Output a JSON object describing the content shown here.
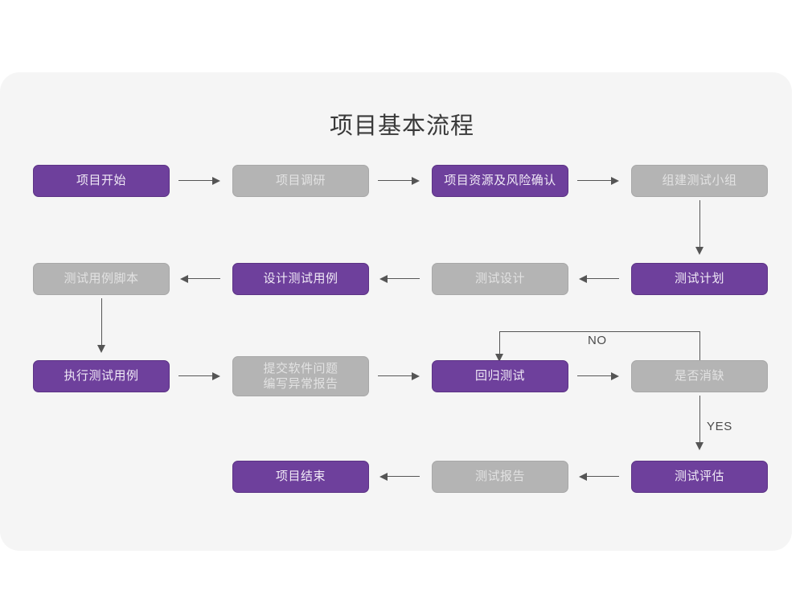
{
  "page": {
    "title": "项目基本流程",
    "background_color": "#ffffff",
    "card_color": "#f5f5f5",
    "accent_purple": "#6e409c",
    "muted_gray": "#b4b4b4",
    "connector_color": "#555555"
  },
  "nodes": [
    {
      "id": "n1",
      "label": "项目开始",
      "style": "purple",
      "row": 1
    },
    {
      "id": "n2",
      "label": "项目调研",
      "style": "gray",
      "row": 1
    },
    {
      "id": "n3",
      "label": "项目资源及风险确认",
      "style": "purple",
      "row": 1
    },
    {
      "id": "n4",
      "label": "组建测试小组",
      "style": "gray",
      "row": 1
    },
    {
      "id": "n5",
      "label": "测试用例脚本",
      "style": "gray",
      "row": 2
    },
    {
      "id": "n6",
      "label": "设计测试用例",
      "style": "purple",
      "row": 2
    },
    {
      "id": "n7",
      "label": "测试设计",
      "style": "gray",
      "row": 2
    },
    {
      "id": "n8",
      "label": "测试计划",
      "style": "purple",
      "row": 2
    },
    {
      "id": "n9",
      "label": "执行测试用例",
      "style": "purple",
      "row": 3
    },
    {
      "id": "n10",
      "label": "提交软件问题\n编写异常报告",
      "style": "gray",
      "row": 3
    },
    {
      "id": "n11",
      "label": "回归测试",
      "style": "purple",
      "row": 3
    },
    {
      "id": "n12",
      "label": "是否消缺",
      "style": "gray",
      "row": 3
    },
    {
      "id": "n13",
      "label": "项目结束",
      "style": "purple",
      "row": 4
    },
    {
      "id": "n14",
      "label": "测试报告",
      "style": "gray",
      "row": 4
    },
    {
      "id": "n15",
      "label": "测试评估",
      "style": "purple",
      "row": 4
    }
  ],
  "edge_labels": {
    "no": "NO",
    "yes": "YES"
  },
  "flow": [
    "项目开始 → 项目调研 → 项目资源及风险确认 → 组建测试小组",
    "组建测试小组 ↓ 测试计划",
    "测试计划 → 测试设计 → 设计测试用例 → 测试用例脚本",
    "测试用例脚本 ↓ 执行测试用例",
    "执行测试用例 → 提交软件问题/编写异常报告 → 回归测试 → 是否消缺",
    "是否消缺 --NO--> 回归测试",
    "是否消缺 --YES--> 测试评估",
    "测试评估 → 测试报告 → 项目结束"
  ]
}
